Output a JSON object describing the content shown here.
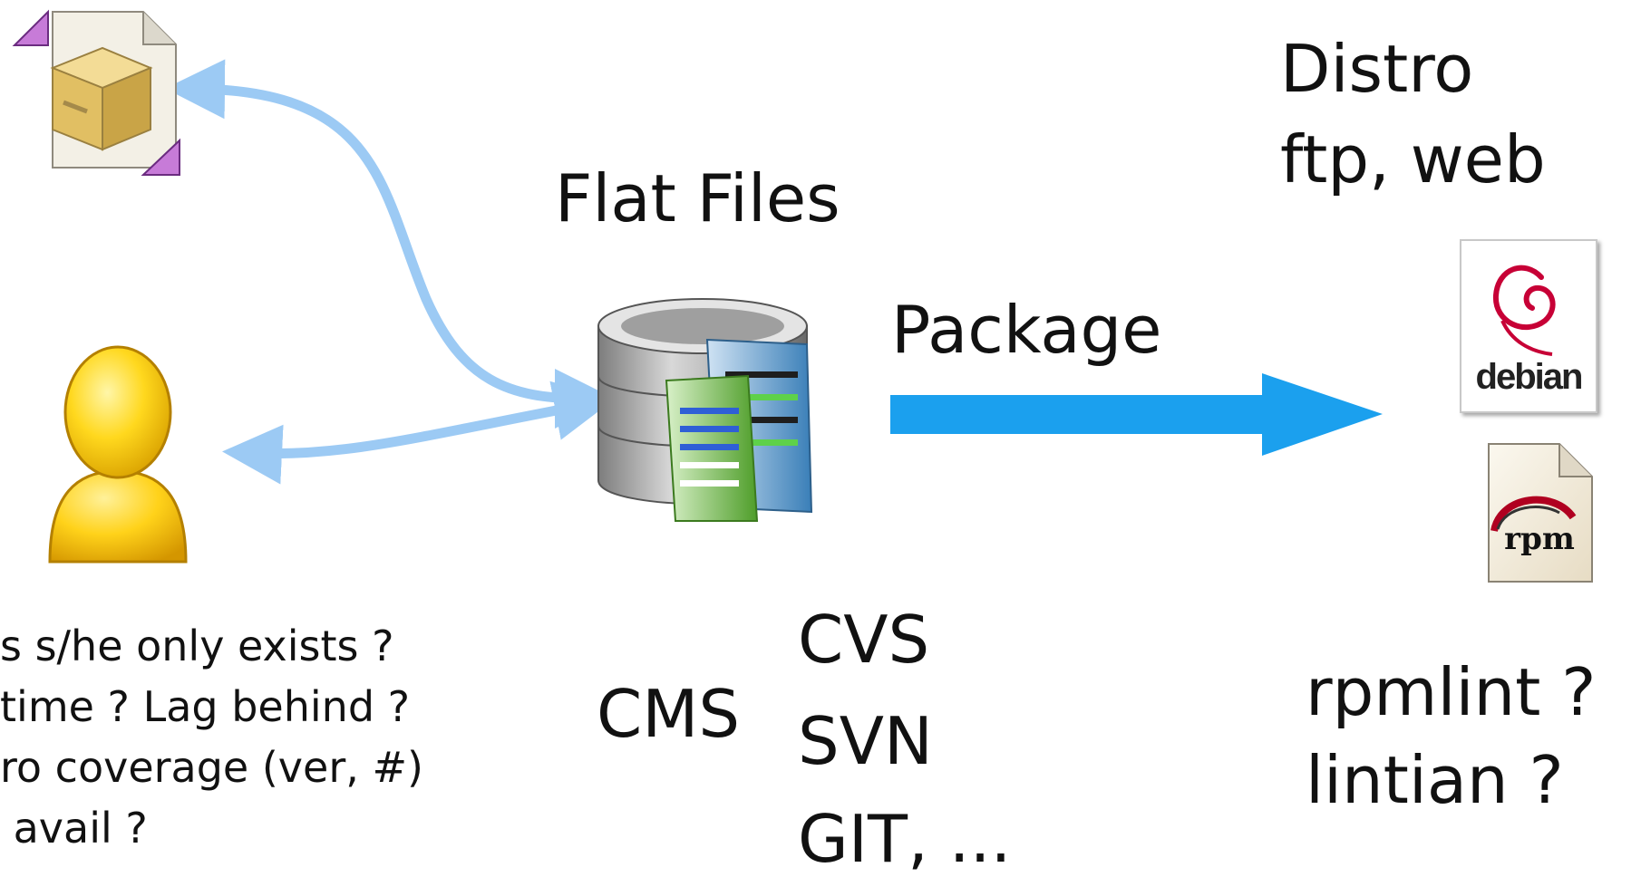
{
  "labels": {
    "flat_files": "Flat Files",
    "package": "Package",
    "distro_line1": "Distro",
    "distro_line2": "ftp, web",
    "cms": "CMS",
    "vcs": [
      "CVS",
      "SVN",
      "GIT, ..."
    ],
    "lint": [
      "rpmlint ?",
      "lintian ?"
    ],
    "questions": [
      "s s/he only exists ?",
      "time ? Lag behind ?",
      "ro coverage (ver, #)",
      " avail ?"
    ],
    "debian_logo_text": "debian",
    "rpm_logo_text": "rpm"
  },
  "icons": {
    "package_box": "package-box-icon",
    "user": "user-icon",
    "database_files": "database-files-icon",
    "debian": "debian-logo-icon",
    "rpm": "rpm-file-icon"
  },
  "colors": {
    "link_arrow": "#9ccaf4",
    "package_arrow": "#1ba0ee",
    "user_yellow": "#f7c400",
    "text": "#111111"
  }
}
